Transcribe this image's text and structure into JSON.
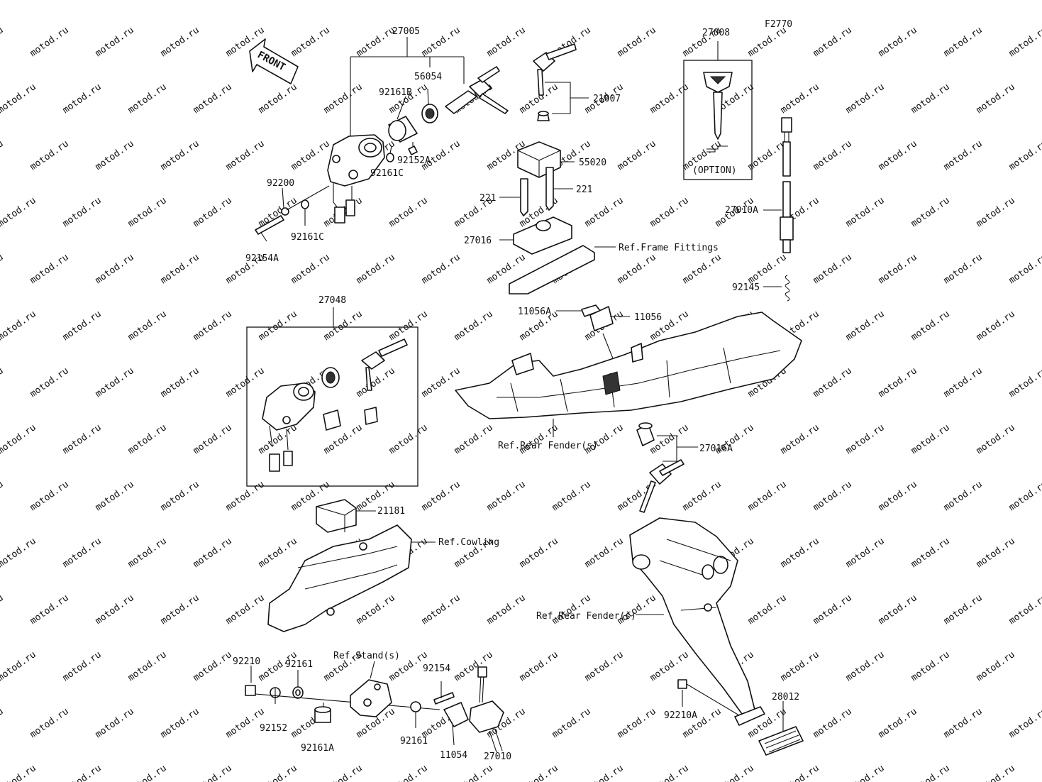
{
  "figure_code": "F2770",
  "front_arrow_label": "FRONT",
  "option_label": "(OPTION)",
  "watermark_text": "motod.ru",
  "part_numbers": {
    "p27005": "27005",
    "p56054": "56054",
    "p92161B": "92161B",
    "p92152A": "92152A",
    "p92161C_upper": "92161C",
    "p92200": "92200",
    "p92161C_lower": "92161C",
    "p92154A": "92154A",
    "p21007": "21007",
    "p27008": "27008",
    "p55020": "55020",
    "p221_left": "221",
    "p221_right": "221",
    "p27016": "27016",
    "p27010A": "27010A",
    "p92145": "92145",
    "p11056A": "11056A",
    "p11056": "11056",
    "p27048": "27048",
    "p27016A": "27016A",
    "p21181": "21181",
    "p92210": "92210",
    "p92161_left": "92161",
    "p92152": "92152",
    "p92161A": "92161A",
    "p92161_right": "92161",
    "p92154": "92154",
    "p11054": "11054",
    "p27010": "27010",
    "p92210A": "92210A",
    "p28012": "28012"
  },
  "references": {
    "frame_fittings": "Ref.Frame Fittings",
    "rear_fender_upper": "Ref.Rear Fender(s)",
    "cowling": "Ref.Cowling",
    "stand": "Ref.Stand(s)",
    "rear_fender_lower": "Ref.Rear Fender(s)"
  }
}
